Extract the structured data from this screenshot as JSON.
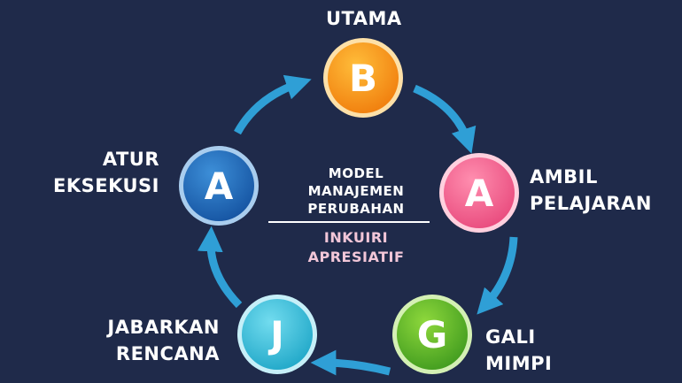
{
  "center": {
    "title_lines": [
      "MODEL",
      "MANAJEMEN",
      "PERUBAHAN"
    ],
    "subtitle_lines": [
      "INKUIRI",
      "APRESIATIF"
    ]
  },
  "nodes": [
    {
      "letter": "B",
      "label_lines": [
        "UTAMA"
      ],
      "color_light": "#ffbd3a",
      "color_dark": "#f07c0c",
      "ring": "#fde0a8"
    },
    {
      "letter": "A",
      "label_lines": [
        "AMBIL",
        "PELAJARAN"
      ],
      "color_light": "#ff8eaf",
      "color_dark": "#e8497c",
      "ring": "#ffd0de"
    },
    {
      "letter": "G",
      "label_lines": [
        "GALI",
        "MIMPI"
      ],
      "color_light": "#8ed83c",
      "color_dark": "#3f9a1e",
      "ring": "#d4f0b4"
    },
    {
      "letter": "J",
      "label_lines": [
        "JABARKAN",
        "RENCANA"
      ],
      "color_light": "#72dcef",
      "color_dark": "#1ea6c7",
      "ring": "#c6eff8"
    },
    {
      "letter": "A",
      "label_lines": [
        "ATUR",
        "EKSEKUSI"
      ],
      "color_light": "#3d8fd8",
      "color_dark": "#1452a0",
      "ring": "#a9cdee"
    }
  ],
  "colors": {
    "background": "#1f2a4a",
    "arrow": "#2f9fd6",
    "subtitle": "#f2c6d8"
  }
}
